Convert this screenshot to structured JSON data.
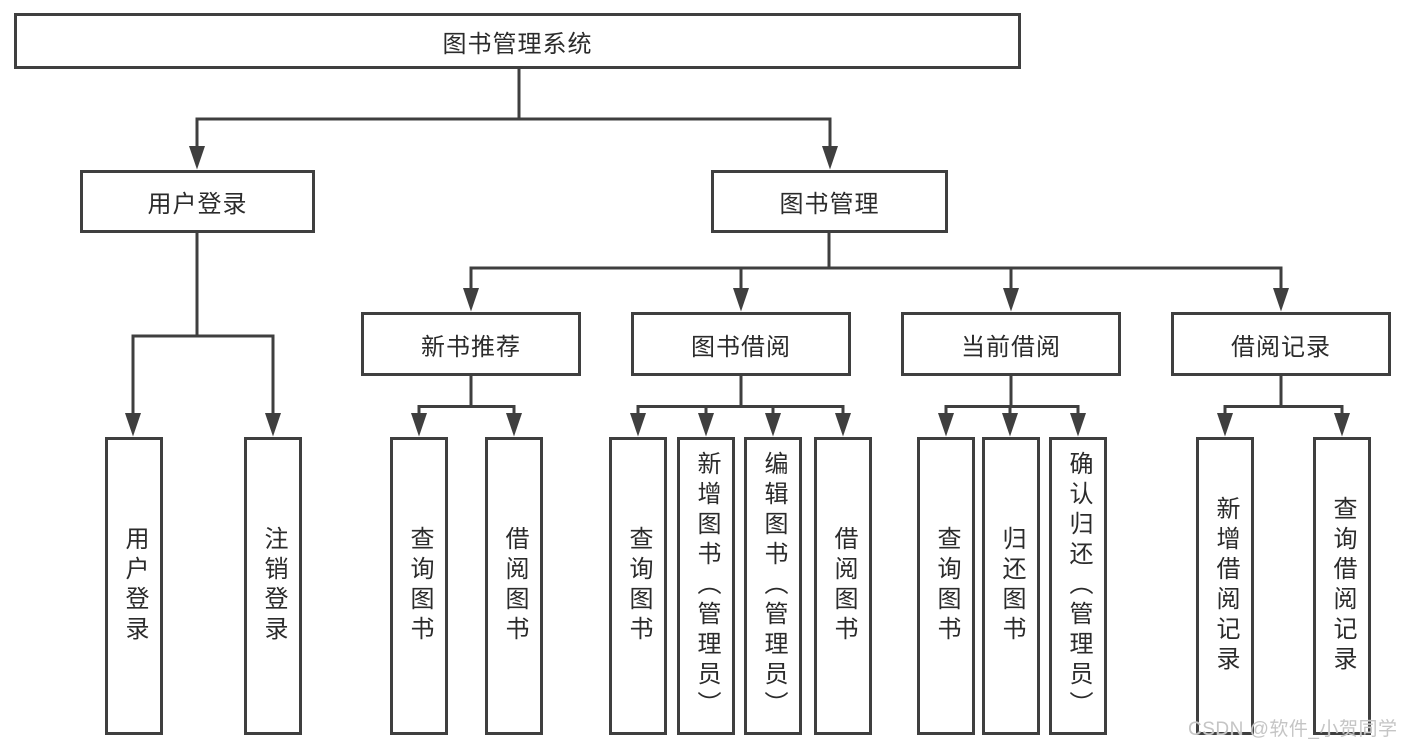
{
  "diagram": {
    "title_node": "图书管理系统",
    "tree": {
      "root": "图书管理系统",
      "branches": [
        {
          "label": "用户登录",
          "children": [
            "用户登录",
            "注销登录"
          ]
        },
        {
          "label": "图书管理",
          "groups": [
            {
              "label": "新书推荐",
              "children": [
                "查询图书",
                "借阅图书"
              ]
            },
            {
              "label": "图书借阅",
              "children": [
                "查询图书",
                "新增图书（管理员）",
                "编辑图书（管理员）",
                "借阅图书"
              ]
            },
            {
              "label": "当前借阅",
              "children": [
                "查询图书",
                "归还图书",
                "确认归还（管理员）"
              ]
            },
            {
              "label": "借阅记录",
              "children": [
                "新增借阅记录",
                "查询借阅记录"
              ]
            }
          ]
        }
      ]
    },
    "colors": {
      "line": "#3f3f3f",
      "box_border": "#3f3f3f",
      "text": "#2b2b2b",
      "background": "#ffffff",
      "watermark": "#c5c5c5"
    }
  },
  "watermark": {
    "text": "CSDN @软件_小贺同学"
  }
}
